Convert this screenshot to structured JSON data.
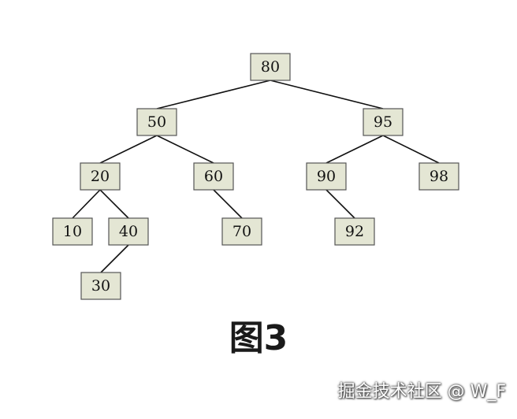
{
  "diagram": {
    "nodes": [
      {
        "id": "n80",
        "label": "80"
      },
      {
        "id": "n50",
        "label": "50"
      },
      {
        "id": "n95",
        "label": "95"
      },
      {
        "id": "n20",
        "label": "20"
      },
      {
        "id": "n60",
        "label": "60"
      },
      {
        "id": "n90",
        "label": "90"
      },
      {
        "id": "n98",
        "label": "98"
      },
      {
        "id": "n10",
        "label": "10"
      },
      {
        "id": "n40",
        "label": "40"
      },
      {
        "id": "n70",
        "label": "70"
      },
      {
        "id": "n92",
        "label": "92"
      },
      {
        "id": "n30",
        "label": "30"
      }
    ],
    "edges": [
      {
        "from": "n80",
        "to": "n50"
      },
      {
        "from": "n80",
        "to": "n95"
      },
      {
        "from": "n50",
        "to": "n20"
      },
      {
        "from": "n50",
        "to": "n60"
      },
      {
        "from": "n95",
        "to": "n90"
      },
      {
        "from": "n95",
        "to": "n98"
      },
      {
        "from": "n20",
        "to": "n10"
      },
      {
        "from": "n20",
        "to": "n40"
      },
      {
        "from": "n60",
        "to": "n70"
      },
      {
        "from": "n90",
        "to": "n92"
      },
      {
        "from": "n40",
        "to": "n30"
      }
    ],
    "caption": "图3"
  },
  "watermark": {
    "text": "掘金技术社区 @ W_F"
  },
  "colors": {
    "node_fill": "#e4e6d4",
    "node_border": "#555555",
    "edge": "#111111"
  }
}
